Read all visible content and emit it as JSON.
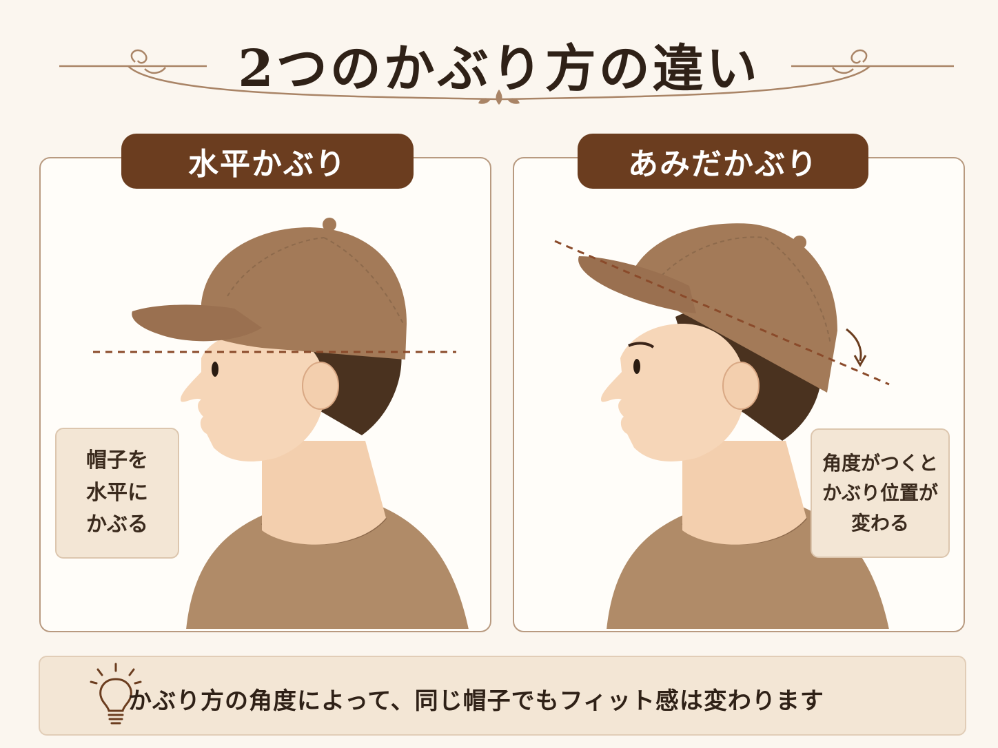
{
  "title": "2つのかぶり方の違い",
  "panels": [
    {
      "label": "水平かぶり",
      "note_lines": [
        "帽子を",
        "水平に",
        "かぶる"
      ]
    },
    {
      "label": "あみだかぶり",
      "note_lines": [
        "角度がつくと",
        "かぶり位置が",
        "変わる"
      ]
    }
  ],
  "footer": {
    "tip": "かぶり方の角度によって、同じ帽子でもフィット感は変わります"
  },
  "colors": {
    "accent": "#6b3d1f",
    "cap": "#a37a58",
    "skin": "#f6d6b8",
    "hair": "#4a321f",
    "guide_line": "#8a4a2a"
  },
  "icons": [
    "lightbulb-icon",
    "ornament-flourish-icon"
  ]
}
